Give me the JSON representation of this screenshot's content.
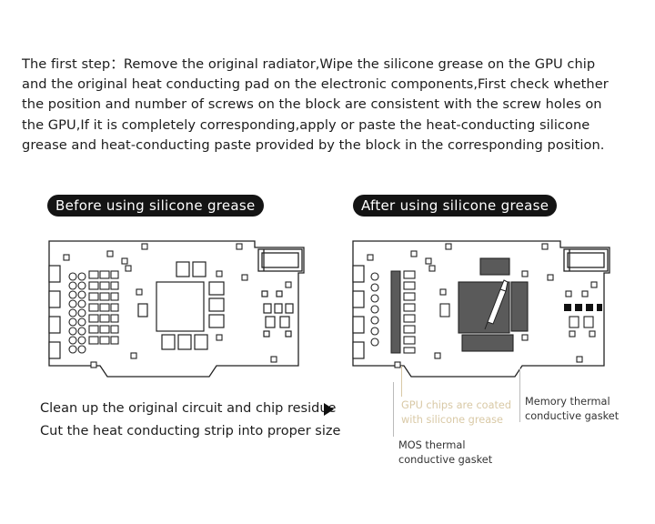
{
  "intro": {
    "lines": [
      "The first step：Remove the original radiator,Wipe the silicone grease on the GPU chip",
      "and the original heat conducting pad on the electronic components,First check whether",
      "the position and number of screws on the block are consistent with the screw holes on",
      "the GPU,If it is completely corresponding,apply or paste the heat-conducting silicone",
      "grease and heat-conducting paste provided by the block in the corresponding position."
    ]
  },
  "panels": {
    "before_title": "Before using silicone grease",
    "after_title": "After using silicone grease"
  },
  "captions": {
    "line1": "Clean up the original circuit and chip residue",
    "line2": "Cut the heat conducting strip into proper size"
  },
  "labels": {
    "gpu_line1": "GPU chips are coated",
    "gpu_line2": "with silicone grease",
    "memory_line1": "Memory thermal",
    "memory_line2": "conductive gasket",
    "mos_line1": "MOS thermal",
    "mos_line2": "conductive gasket"
  },
  "colors": {
    "pill_bg": "#141414",
    "grease_fill": "#5a5a5a",
    "gpu_label": "#d9c9a6",
    "board_stroke": "#222222"
  },
  "icons": {
    "arrow": "triangle-right-icon"
  }
}
